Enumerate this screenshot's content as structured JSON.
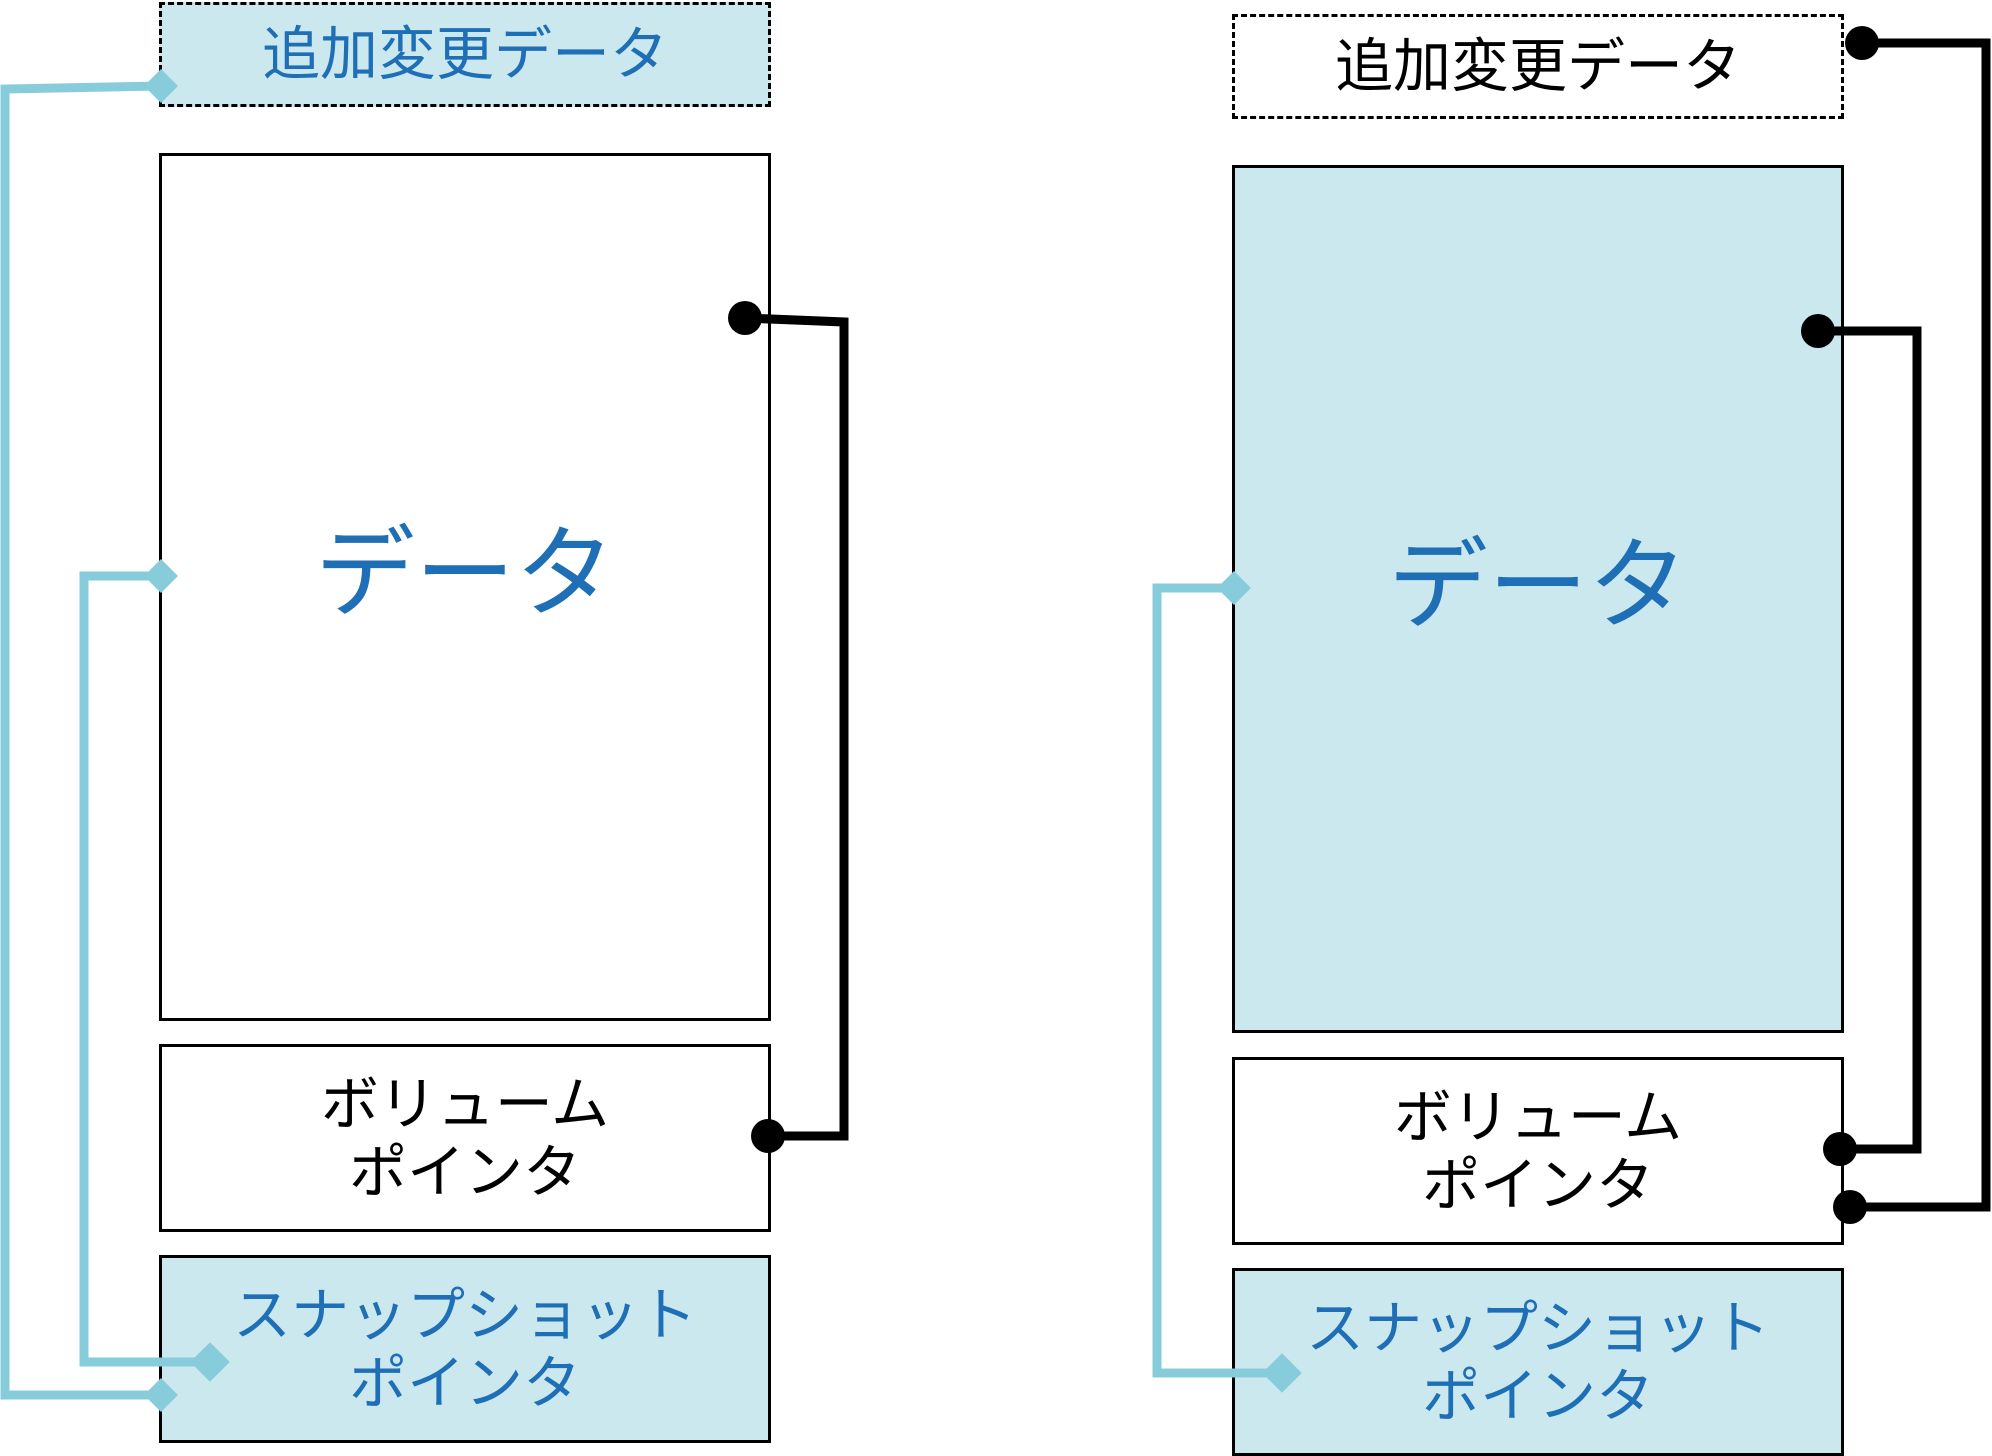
{
  "colors": {
    "accent_text": "#1f6fb6",
    "highlight_fill": "#cce8ef",
    "connector_light": "#86ccdb",
    "connector_dark": "#000000",
    "border": "#000000",
    "text_dark": "#000000"
  },
  "left": {
    "added_data": "追加変更データ",
    "data": "データ",
    "volume_pointer": [
      "ボリューム",
      "ポインタ"
    ],
    "snapshot_pointer": [
      "スナップショット",
      "ポインタ"
    ]
  },
  "right": {
    "added_data": "追加変更データ",
    "data": "データ",
    "volume_pointer": [
      "ボリューム",
      "ポインタ"
    ],
    "snapshot_pointer": [
      "スナップショット",
      "ポインタ"
    ]
  }
}
